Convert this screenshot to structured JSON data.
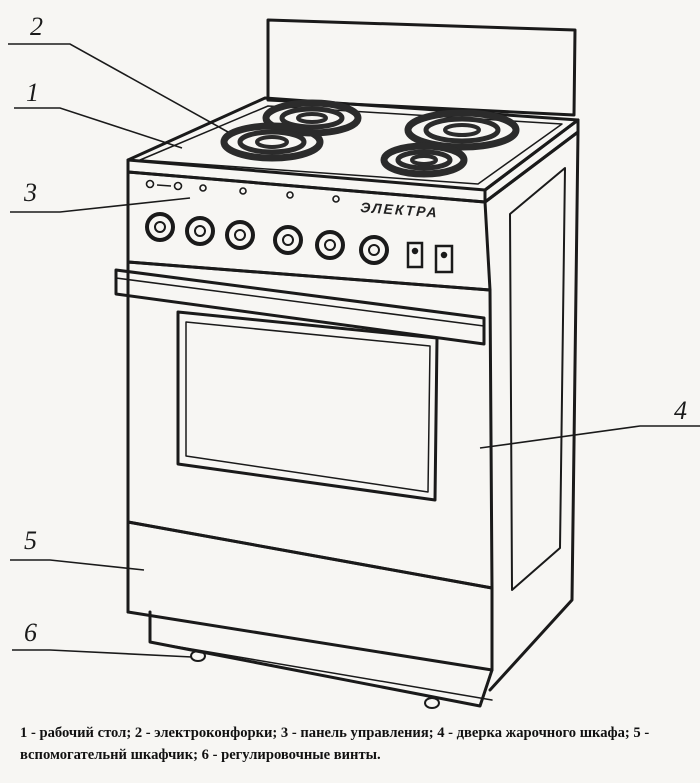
{
  "figure": {
    "brand_label": "ЭЛЕКТРА",
    "callouts": [
      {
        "number": "2",
        "part": "электроконфорки"
      },
      {
        "number": "1",
        "part": "рабочий стол"
      },
      {
        "number": "3",
        "part": "панель управления"
      },
      {
        "number": "4",
        "part": "дверка жарочного шкафа"
      },
      {
        "number": "5",
        "part": "вспомогательнй шкафчик"
      },
      {
        "number": "6",
        "part": "регулировочные винты"
      }
    ],
    "caption": "1 - рабочий стол; 2 - электроконфорки; 3 - панель управления; 4 - дверка жарочного шкафа; 5 - вспомогательнй шкафчик; 6 - регулировочные винты.",
    "colors": {
      "ink": "#1a1a1a",
      "paper": "#f7f6f3",
      "burner": "#2b2b2b"
    }
  }
}
